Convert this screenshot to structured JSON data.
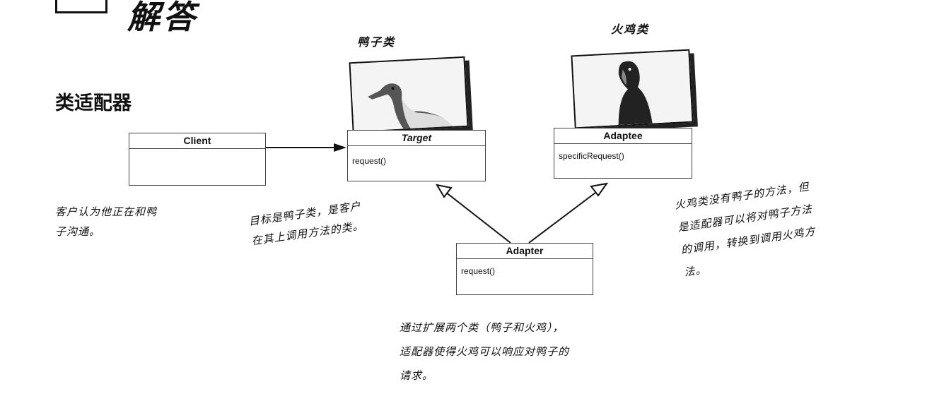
{
  "page_title": "解答",
  "section_title": "类适配器",
  "photos": {
    "duck_label": "鸭子类",
    "turkey_label": "火鸡类"
  },
  "classes": {
    "client": {
      "name": "Client",
      "methods": ""
    },
    "target": {
      "name": "Target",
      "methods": "request()"
    },
    "adaptee": {
      "name": "Adaptee",
      "methods": "specificRequest()"
    },
    "adapter": {
      "name": "Adapter",
      "methods": "request()"
    }
  },
  "notes": {
    "client_line1": "客户认为他正在和鸭",
    "client_line2": "子沟通。",
    "target_line1": "目标是鸭子类，是客户",
    "target_line2": "在其上调用方法的类。",
    "adaptee_line1": "火鸡类没有鸭子的方法，但",
    "adaptee_line2": "是适配器可以将对鸭子方法",
    "adaptee_line3": "的调用，转换到调用火鸡方",
    "adaptee_line4": "法。",
    "adapter_line1": "通过扩展两个类（鸭子和火鸡），",
    "adapter_line2": "适配器使得火鸡可以响应对鸭子的",
    "adapter_line3": "请求。"
  }
}
